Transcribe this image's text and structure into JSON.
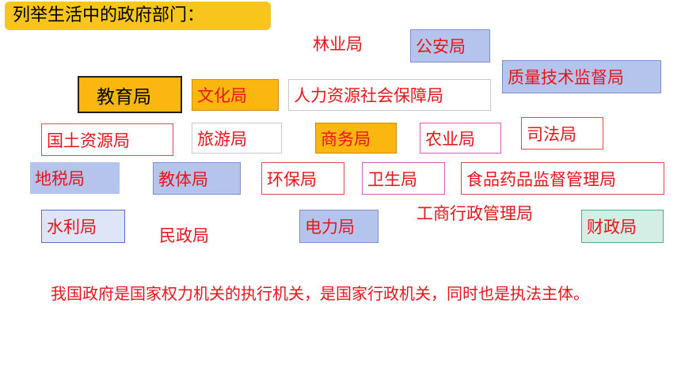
{
  "title": "列举生活中的政府部门：",
  "departments": {
    "linye": "林业局",
    "gongan": "公安局",
    "zhiliang": "质量技术监督局",
    "jiaoyu": "教育局",
    "wenhua": "文化局",
    "renli": "人力资源社会保障局",
    "guotu": "国土资源局",
    "lvyou": "旅游局",
    "shangwu": "商务局",
    "nongye": "农业局",
    "sifa": "司法局",
    "dishui": "地税局",
    "jiaoti": "教体局",
    "huanbao": "环保局",
    "weisheng": "卫生局",
    "shipin": "食品药品监督管理局",
    "shuili": "水利局",
    "minzheng": "民政局",
    "dianli": "电力局",
    "gongshang": "工商行政管理局",
    "caizheng": "财政局"
  },
  "summary": "我国政府是国家权力机关的执行机关，是国家行政机关，同时也是执法主体。"
}
